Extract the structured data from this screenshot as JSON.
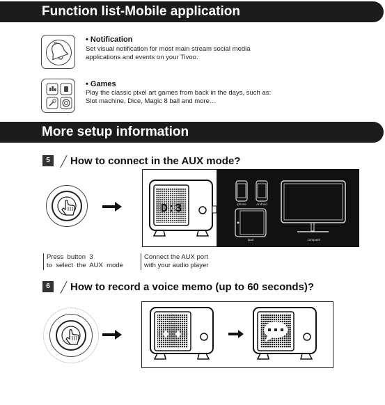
{
  "section1": {
    "title": "Function list-Mobile application",
    "features": [
      {
        "icon": "bell-icon",
        "title": "• Notification",
        "lines": [
          "Set visual notification for most main stream social media",
          "applications and events on your Tivoo."
        ]
      },
      {
        "icon": "games-icon",
        "title": "• Games",
        "lines": [
          "Play the classic pixel art games from back in the days, such as:",
          "Slot machine, Dice, Magic 8 ball and more..."
        ]
      }
    ]
  },
  "section2": {
    "title": "More setup information",
    "step5": {
      "number": "5",
      "title": "How to connect in the AUX mode?",
      "caption_left": [
        "Press  button  3",
        "to  select  the  AUX  mode"
      ],
      "caption_right": [
        "Connect the AUX port",
        "with your audio player"
      ],
      "devices": {
        "iphone": "iphone",
        "android": "Android",
        "ipad": "ipad",
        "computer": "computer"
      }
    },
    "step6": {
      "number": "6",
      "title": "How to record a voice memo (up to 60 seconds)?"
    }
  },
  "colors": {
    "banner": "#1c1c1c",
    "ink": "#222222",
    "panel_dark": "#111111"
  }
}
